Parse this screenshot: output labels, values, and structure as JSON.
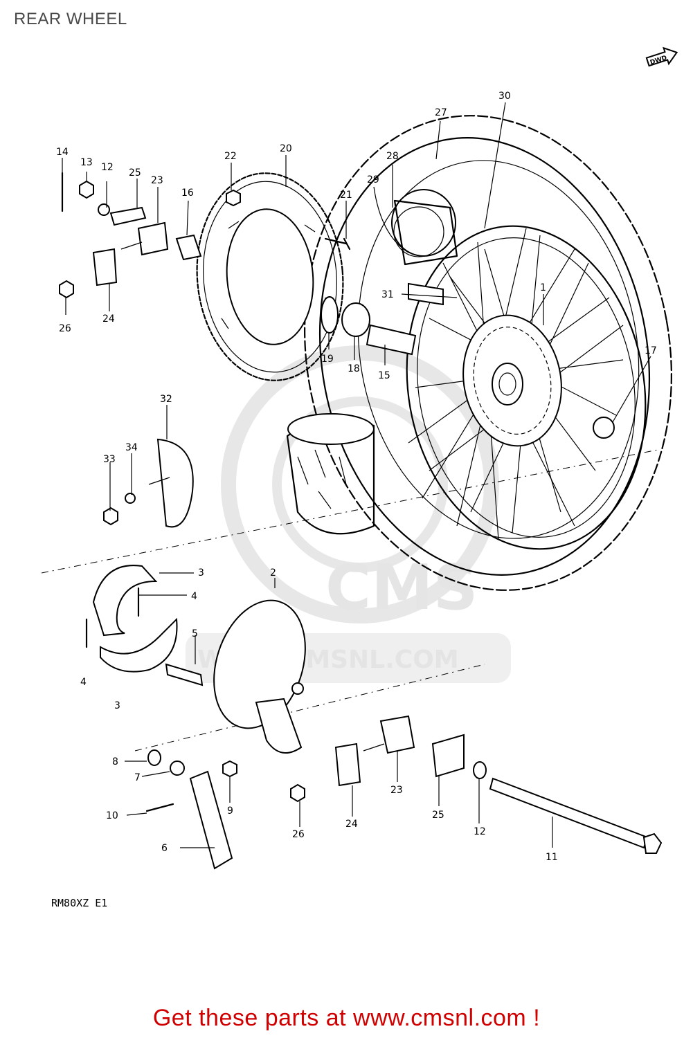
{
  "page": {
    "title": "REAR WHEEL",
    "model_code": "RM80XZ E1",
    "footer_cta": "Get these parts at www.cmsnl.com !"
  },
  "watermark": {
    "logo_text": "CMS",
    "url_text": "WWW.CMSNL.COM"
  },
  "direction_arrow": {
    "label": "DWD"
  },
  "callouts": [
    "1",
    "2",
    "3",
    "3",
    "4",
    "4",
    "5",
    "6",
    "7",
    "8",
    "9",
    "10",
    "11",
    "12",
    "12",
    "13",
    "14",
    "15",
    "16",
    "17",
    "18",
    "19",
    "20",
    "21",
    "22",
    "23",
    "23",
    "24",
    "24",
    "25",
    "25",
    "26",
    "26",
    "27",
    "28",
    "29",
    "30",
    "31",
    "32",
    "33",
    "34"
  ],
  "colors": {
    "footer_red": "#d10000",
    "watermark_gray": "#cfcfcf",
    "line_black": "#000000"
  }
}
